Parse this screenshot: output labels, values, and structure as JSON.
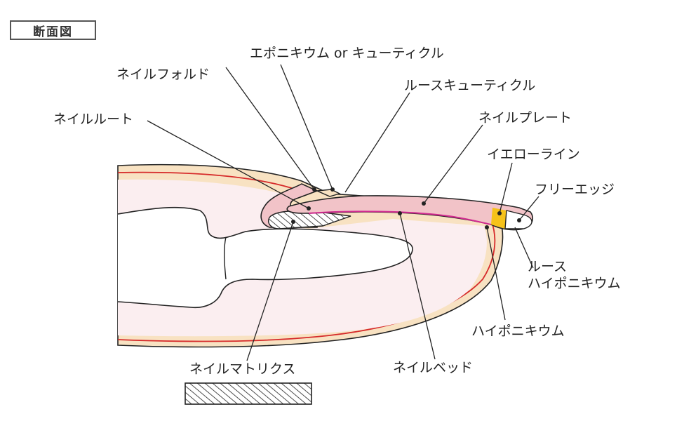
{
  "title": "断面図",
  "labels": {
    "eponychium": "エポニキウム or キューティクル",
    "nail_fold": "ネイルフォルド",
    "loose_cuticle": "ルースキューティクル",
    "nail_root": "ネイルルート",
    "nail_plate": "ネイルプレート",
    "yellow_line": "イエローライン",
    "free_edge": "フリーエッジ",
    "loose_hyponychium_1": "ルース",
    "loose_hyponychium_2": "ハイポニキウム",
    "hyponychium": "ハイポニキウム",
    "nail_matrix": "ネイルマトリクス",
    "nail_bed": "ネイルベッド"
  },
  "colors": {
    "skin_outer": "#f8e2c2",
    "skin_inner": "#fbeef0",
    "red_line": "#d62a2a",
    "nail_plate": "#f2c3c8",
    "yellow_line": "#f6c21a",
    "nail_bed_line": "#d02a8f",
    "outline": "#222222"
  }
}
